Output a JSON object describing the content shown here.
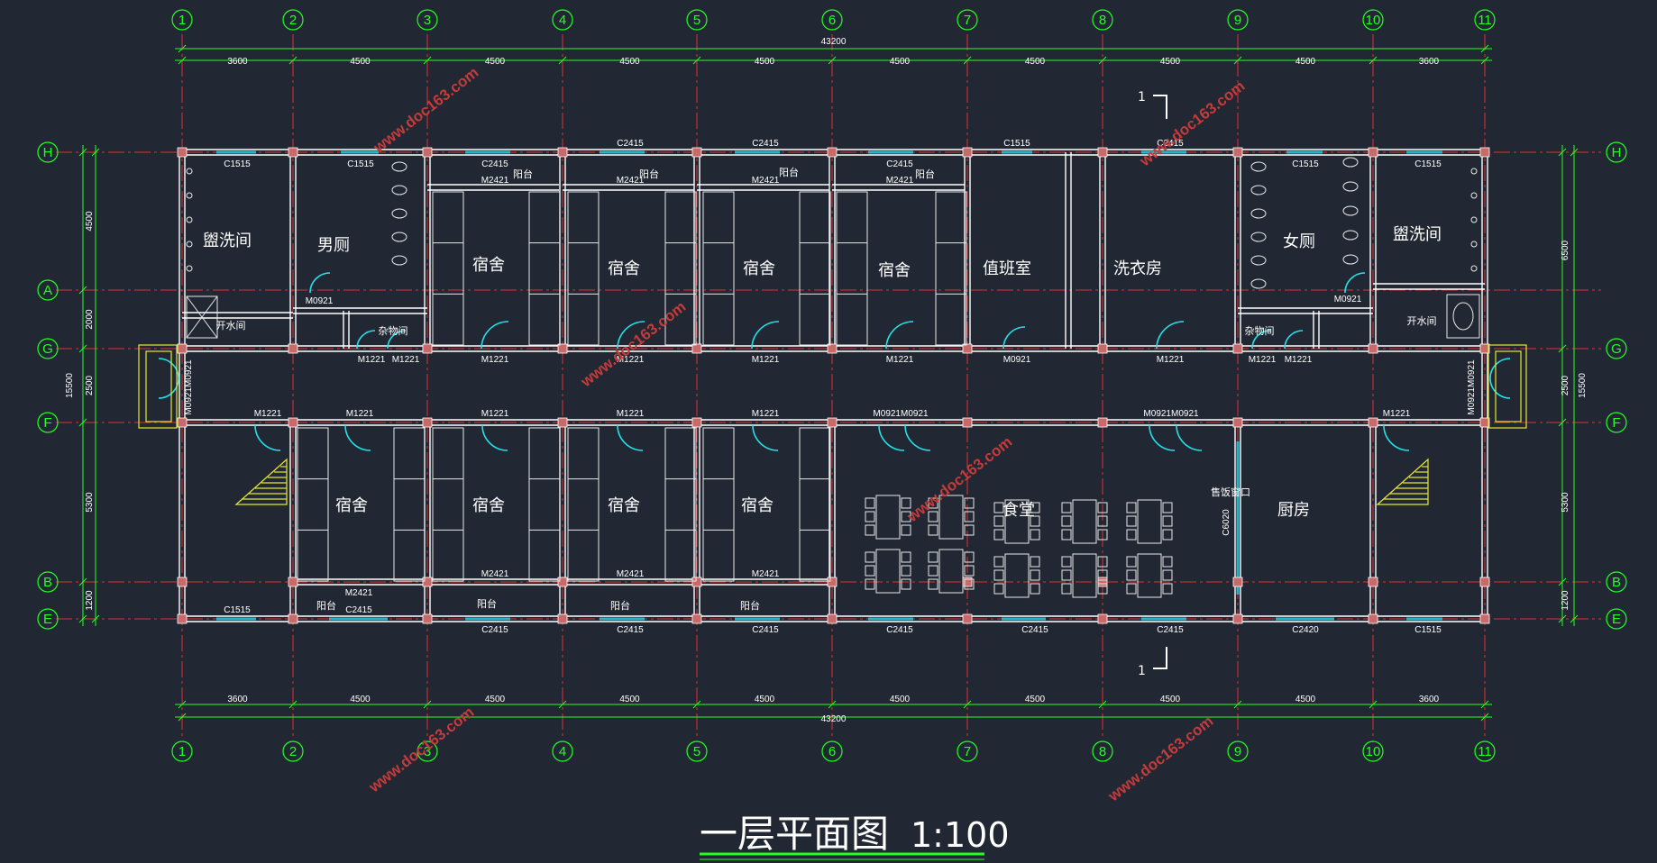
{
  "drawing": {
    "title": "一层平面图",
    "scale": "1:100",
    "total_dimension": "43200",
    "depth_dimension": "15500",
    "section_marker": "1"
  },
  "axes": {
    "columns": [
      "1",
      "2",
      "3",
      "4",
      "5",
      "6",
      "7",
      "8",
      "9",
      "10",
      "11"
    ],
    "rows": [
      "H",
      "A",
      "G",
      "F",
      "B",
      "E"
    ]
  },
  "dimensions": {
    "column_spans": [
      "3600",
      "4500",
      "4500",
      "4500",
      "4500",
      "4500",
      "4500",
      "4500",
      "4500",
      "3600"
    ],
    "left_row_spans": [
      "4500",
      "2000",
      "2500",
      "5300",
      "1200"
    ],
    "right_row_spans": [
      "6500",
      "2500",
      "5300",
      "1200"
    ]
  },
  "rooms": {
    "top_washroom_left": "盥洗间",
    "mens_toilet": "男厕",
    "dorm": "宿舍",
    "duty_room": "值班室",
    "laundry": "洗衣房",
    "womens_toilet": "女厕",
    "top_washroom_right": "盥洗间",
    "water_room": "开水间",
    "cleaning_room": "杂物间",
    "canteen": "食堂",
    "kitchen": "厨房",
    "serving_window": "售饭窗口",
    "balcony": "阳台"
  },
  "tags": {
    "c1515": "C1515",
    "c2415": "C2415",
    "c2420": "C2420",
    "c6020": "C6020",
    "m2421": "M2421",
    "m1221": "M1221",
    "m0921": "M0921",
    "m0921_pair": "M0921M0921"
  },
  "watermark": "www.doc163.com",
  "colors": {
    "background": "#222833",
    "dimension_lines": "#22ff22",
    "axis_lines": "#e03030",
    "walls": "#ffffff",
    "windows": "#2ab6c8",
    "doors": "#25e0e8",
    "stairs": "#e6e632",
    "watermark": "#c43b3b"
  }
}
